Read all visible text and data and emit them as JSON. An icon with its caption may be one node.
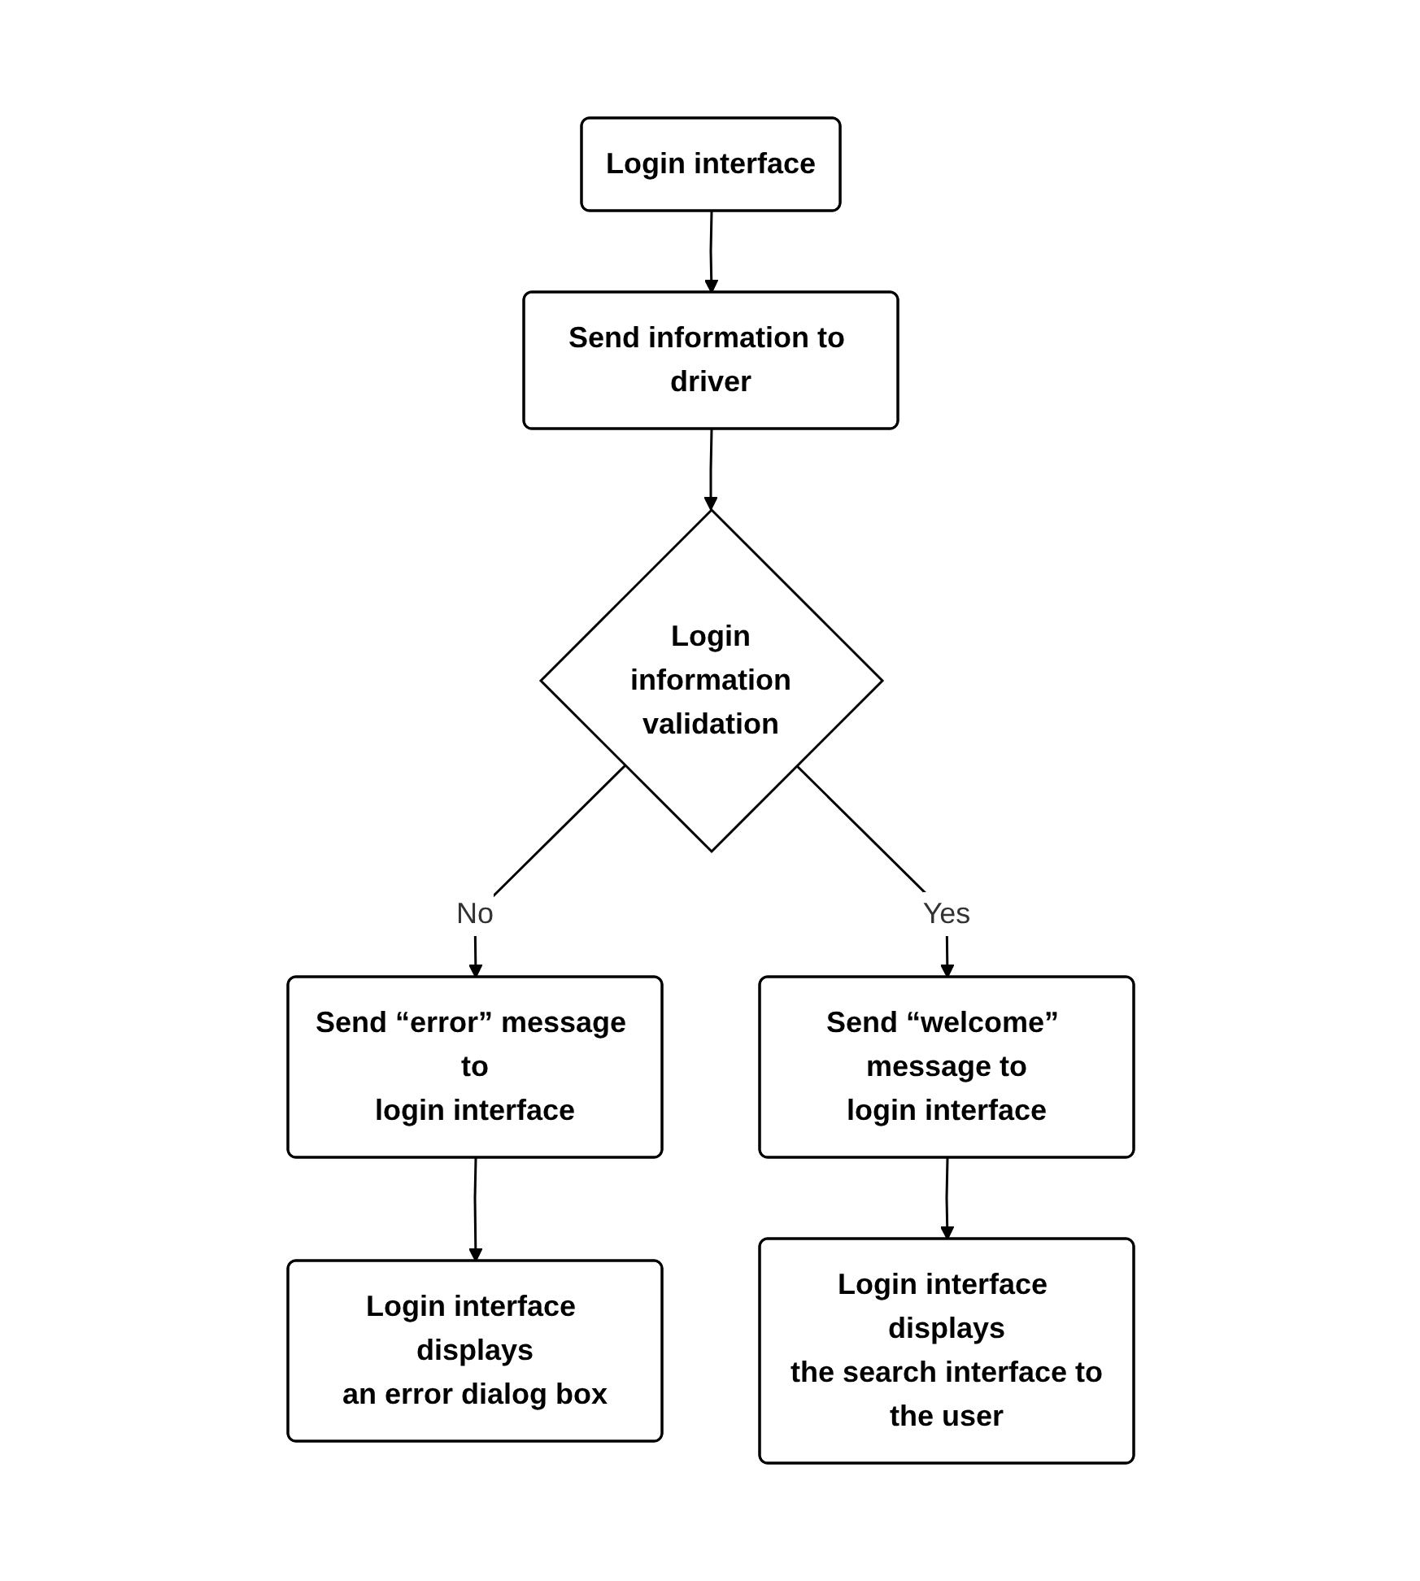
{
  "diagram": {
    "nodes": [
      {
        "text": [
          "Login interface"
        ]
      },
      {
        "text": [
          "Send information to driver"
        ]
      },
      {
        "text": [
          "Login information validation"
        ]
      },
      {
        "text": [
          "Send “error” message to login interface"
        ]
      },
      {
        "text": [
          "Send “welcome” message to login interface"
        ]
      },
      {
        "text": [
          "Login interface displays an error dialog box"
        ]
      },
      {
        "text": [
          "Login interface displays the search interface to the user"
        ]
      }
    ],
    "edges": [
      {
        "from": 0,
        "to": 1,
        "arrow": "to"
      },
      {
        "from": 1,
        "to": 2,
        "arrow": "to"
      },
      {
        "from": 2,
        "to": 3,
        "arrow": "to",
        "label": "No"
      },
      {
        "from": 2,
        "to": 4,
        "arrow": "to",
        "label": "Yes"
      },
      {
        "from": 3,
        "to": 5,
        "arrow": "to"
      },
      {
        "from": 4,
        "to": 6,
        "arrow": "to"
      }
    ]
  }
}
